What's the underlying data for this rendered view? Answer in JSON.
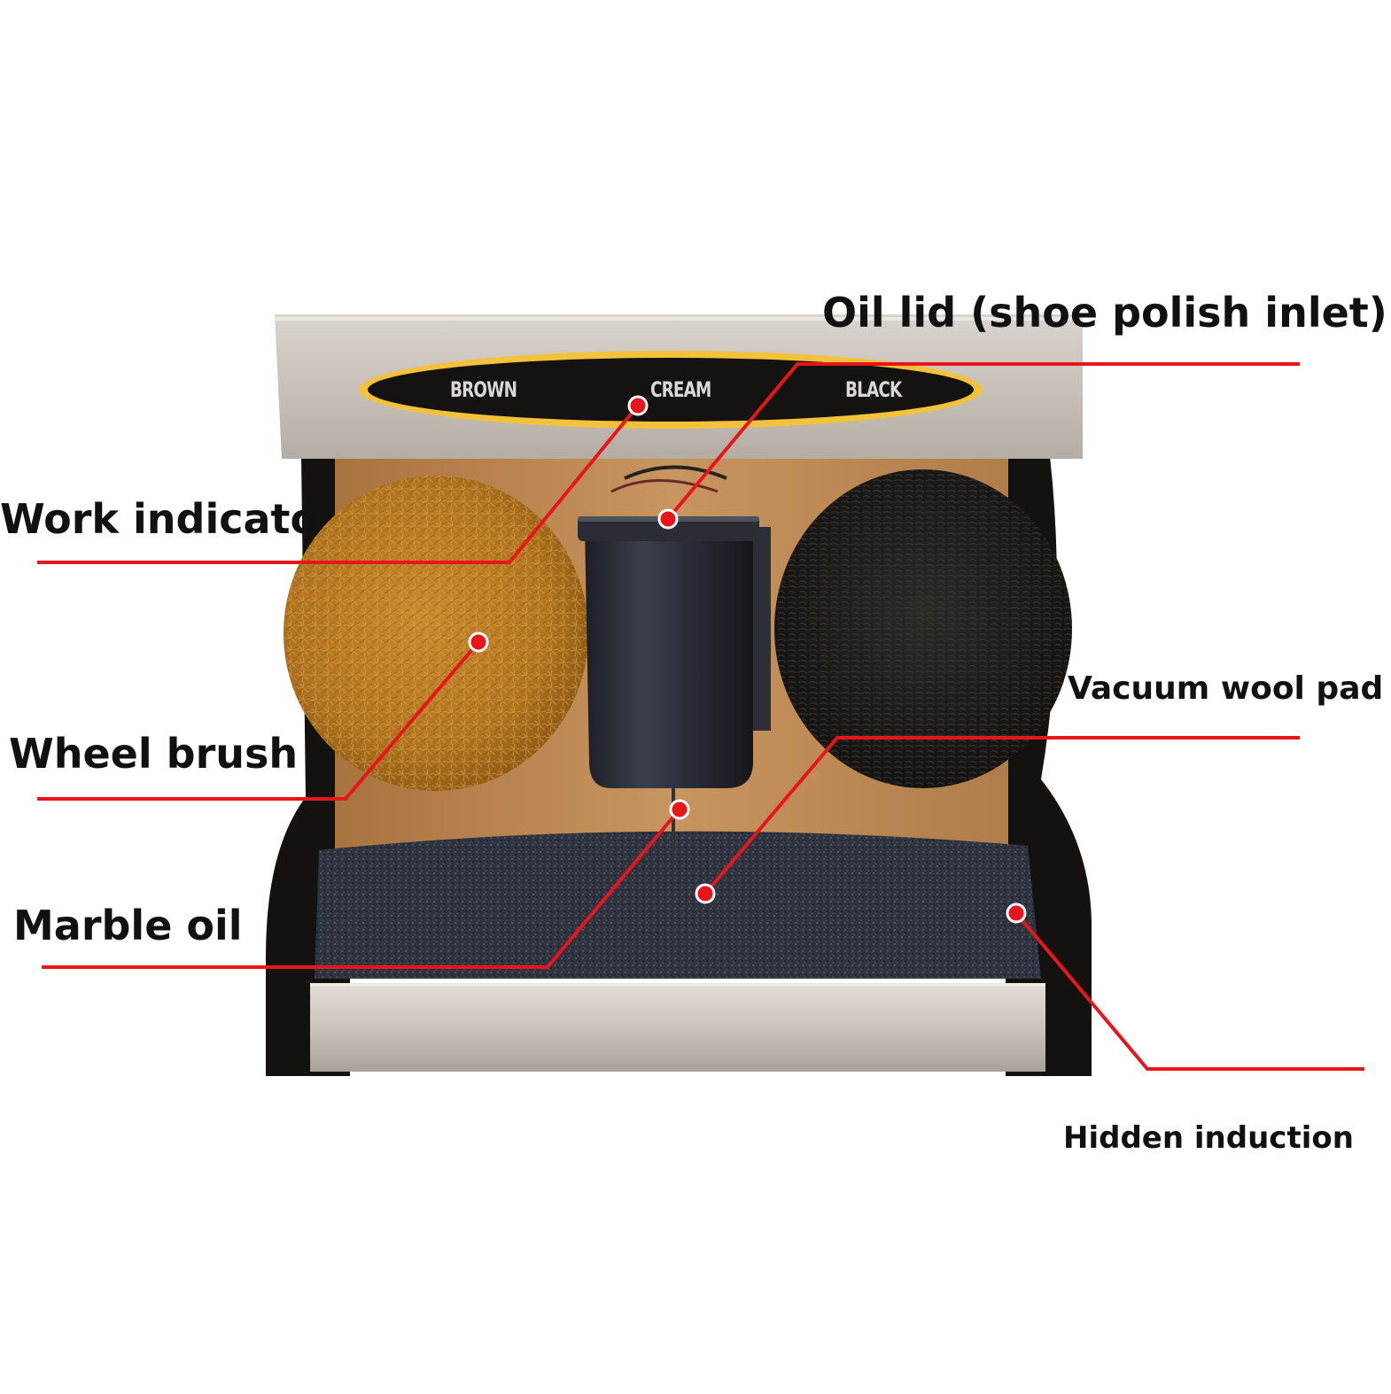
{
  "panel": {
    "buttons": [
      "BROWN",
      "CREAM",
      "BLACK"
    ]
  },
  "callouts": {
    "oil_lid": "Oil lid (shoe polish inlet)",
    "work_indicator": "Work indicato",
    "wheel_brush": "Wheel brush",
    "vacuum_wool_pad": "Vacuum wool pad",
    "marble_oil": "Marble oil",
    "hidden_induction": "Hidden induction"
  },
  "colors": {
    "callout_line": "#e8151b",
    "callout_dot": "#e8151b",
    "steel": "#c9c3bb",
    "panel_glow": "#f3c23a",
    "brown_brush": "#b57a22",
    "black_brush": "#1c1a18",
    "wood_back": "#c08a56",
    "frame": "#141210"
  }
}
